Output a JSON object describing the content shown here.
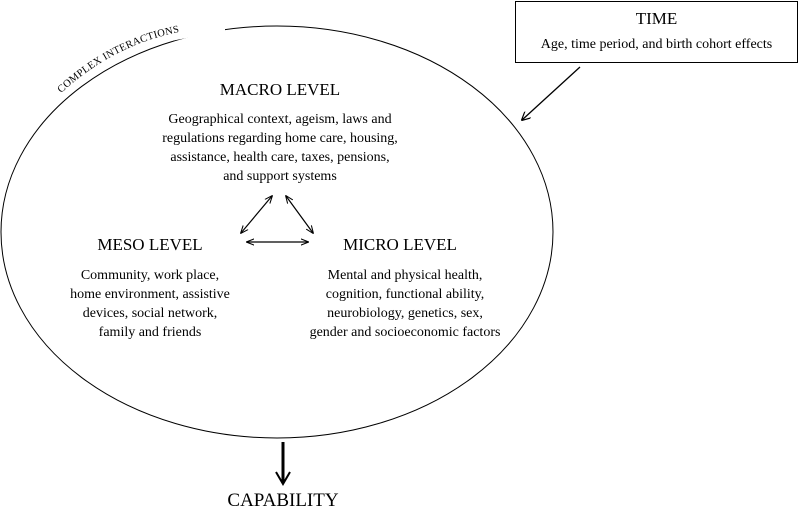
{
  "arc_label": "COMPLEX INTERACTIONS",
  "time": {
    "title": "TIME",
    "body": "Age, time period, and birth cohort effects"
  },
  "macro": {
    "title": "MACRO LEVEL",
    "lines": [
      "Geographical context, ageism, laws and",
      "regulations regarding home care, housing,",
      "assistance, health care, taxes, pensions,",
      "and support systems"
    ]
  },
  "meso": {
    "title": "MESO LEVEL",
    "lines": [
      "Community, work place,",
      "home environment, assistive",
      "devices, social network,",
      "family and friends"
    ]
  },
  "micro": {
    "title": "MICRO LEVEL",
    "lines": [
      "Mental and physical health,",
      "cognition, functional ability,",
      "neurobiology, genetics, sex,",
      "gender and socioeconomic factors"
    ]
  },
  "outcome": {
    "title": "CAPABILITY"
  },
  "colors": {
    "stroke": "#000000",
    "background": "#ffffff"
  }
}
